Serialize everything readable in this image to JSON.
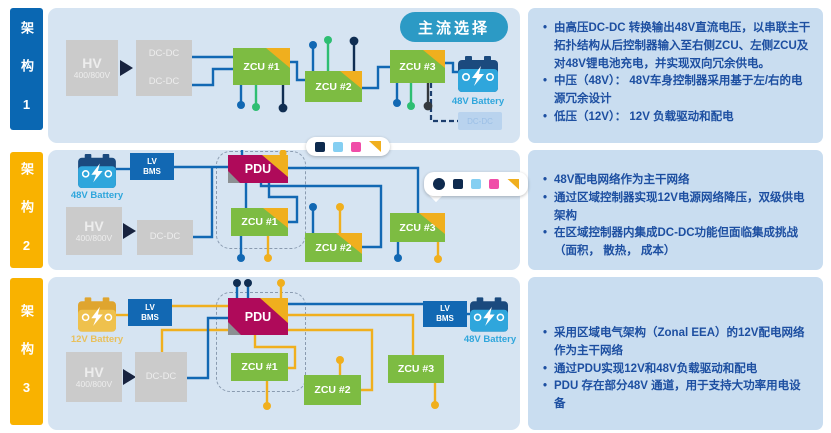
{
  "rows": [
    {
      "sidebar_label": "架 构 1",
      "badge": "主流选择",
      "bullets": [
        "由高压DC-DC 转换输出48V直流电压，以串联主干拓扑结构从后控制器输入至右侧ZCU、左侧ZCU及对48V锂电池充电，并实现双向冗余供电。",
        "中压（48V）： 48V车身控制器采用基于左/右的电源冗余设计",
        "低压（12V）： 12V 负载驱动和配电"
      ]
    },
    {
      "sidebar_label": "架 构 2",
      "bullets": [
        "48V配电网络作为主干网络",
        "通过区域控制器实现12V电源网络降压，双级供电架构",
        "在区域控制器内集成DC-DC功能但面临集成挑战（面积， 散热， 成本）"
      ]
    },
    {
      "sidebar_label": "架 构 3",
      "bullets": [
        "采用区域电气架构（Zonal EEA）的12V配电网络作为主干网络",
        "通过PDU实现12V和48V负载驱动和配电",
        "PDU 存在部分48V 通道，用于支持大功率用电设备"
      ]
    }
  ],
  "labels": {
    "hv": "HV",
    "hv_sub": "400/800V",
    "dcdc": "DC-DC",
    "zcu1": "ZCU #1",
    "zcu2": "ZCU #2",
    "zcu3": "ZCU #3",
    "pdu": "PDU",
    "lv": "LV",
    "bms": "BMS",
    "battery_48": "48V Battery",
    "battery_12": "12V Battery"
  },
  "icons": {
    "battery_blue": "blue battery with lightning bolt",
    "battery_yellow": "yellow battery with lightning bolt",
    "flow_arrow": "dark solid right arrow",
    "legend_strip_1": [
      "navy-square",
      "lightblue-square",
      "pink-square",
      "yellow-triangle"
    ],
    "legend_callout_2": [
      "navy-circle",
      "navy-square",
      "lightblue-square",
      "pink-square",
      "yellow-triangle"
    ]
  },
  "colors": {
    "sidebar_blue": "#0A67B2",
    "sidebar_yellow": "#F9B200",
    "diagram_panel_bg": "#D6E4F2",
    "text_panel_bg": "#C9DDF0",
    "zcu_green": "#7DBC42",
    "corner_yellow": "#F0AF1E",
    "pdu_magenta": "#AF0A5A",
    "gray_box": "#CBCBCB",
    "wire_blue": "#1268B3",
    "wire_yellow": "#F0AF1E",
    "dot_navy": "#0F2D52",
    "dot_green": "#2EBE72",
    "battery_blue": "#2FA6DC",
    "battery_yellow": "#EFC14D",
    "badge_bg": "#2C9AC5",
    "text_blue": "#1D4FA1",
    "legend_pink": "#F04DA8",
    "legend_lightblue": "#85CFF2"
  }
}
